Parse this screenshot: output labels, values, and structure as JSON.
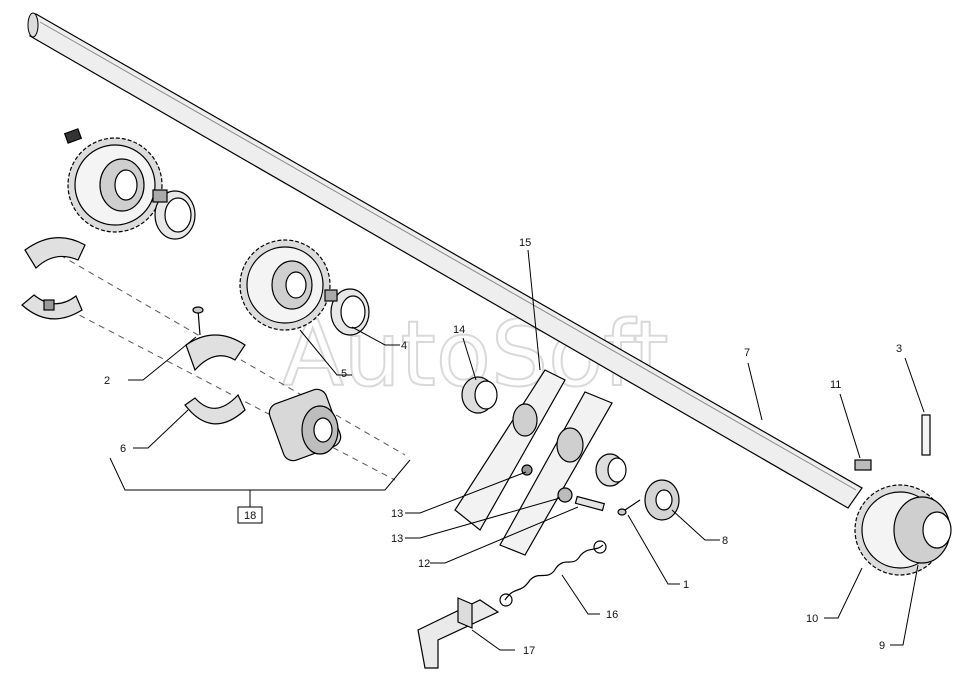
{
  "watermark": "AutoSoft",
  "callouts": {
    "c1": "1",
    "c2": "2",
    "c3": "3",
    "c4": "4",
    "c5": "5",
    "c6": "6",
    "c7": "7",
    "c8": "8",
    "c9": "9",
    "c10": "10",
    "c11": "11",
    "c12": "12",
    "c13a": "13",
    "c13b": "13",
    "c14": "14",
    "c15": "15",
    "c16": "16",
    "c17": "17",
    "c18": "18"
  }
}
